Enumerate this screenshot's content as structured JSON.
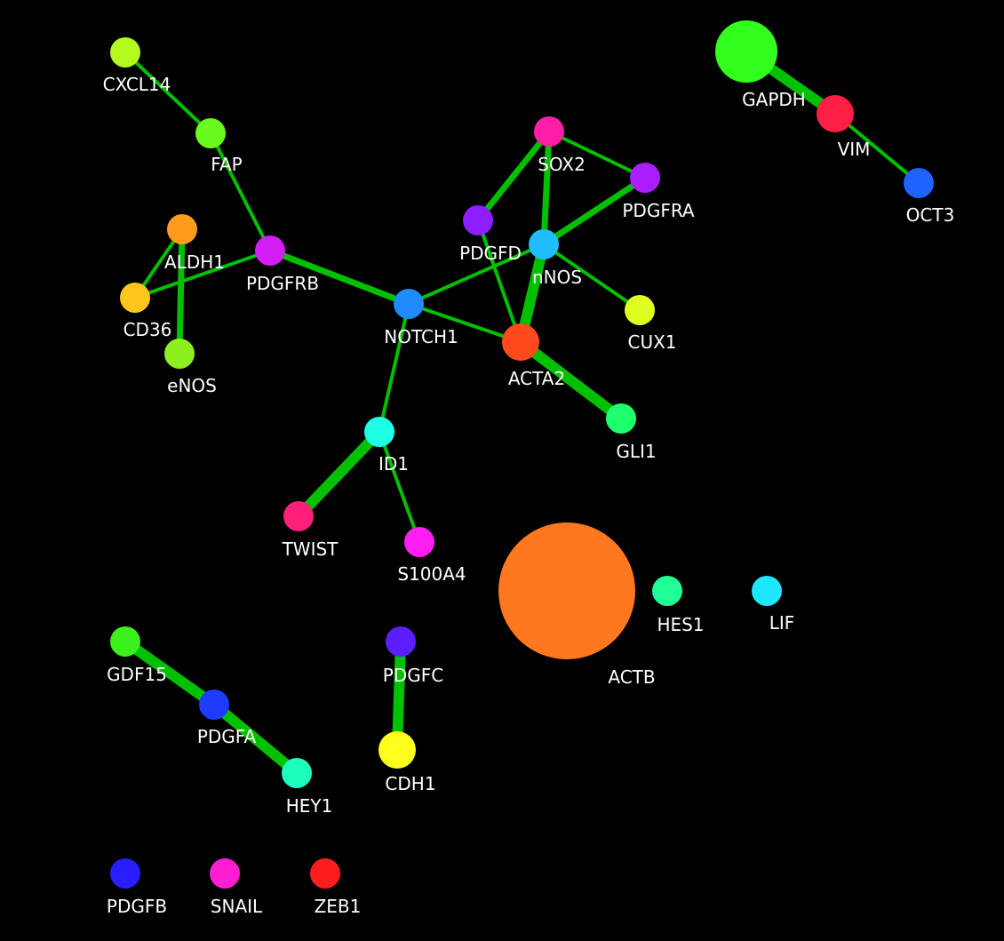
{
  "graph": {
    "edge_color": "#00c000",
    "background": "#000000",
    "label_color": "#ffffff",
    "nodes": [
      {
        "id": "CXCL14",
        "label": "CXCL14",
        "color": "#b4fa1e",
        "size": "small"
      },
      {
        "id": "FAP",
        "label": "FAP",
        "color": "#6afa1e",
        "size": "small"
      },
      {
        "id": "ALDH1",
        "label": "ALDH1",
        "color": "#ff9c1e",
        "size": "small"
      },
      {
        "id": "CD36",
        "label": "CD36",
        "color": "#ffc61e",
        "size": "small"
      },
      {
        "id": "eNOS",
        "label": "eNOS",
        "color": "#8cf01e",
        "size": "small"
      },
      {
        "id": "PDGFRB",
        "label": "PDGFRB",
        "color": "#d21ef5",
        "size": "small"
      },
      {
        "id": "NOTCH1",
        "label": "NOTCH1",
        "color": "#1e8cff",
        "size": "small"
      },
      {
        "id": "SOX2",
        "label": "SOX2",
        "color": "#ff1eaa",
        "size": "small"
      },
      {
        "id": "PDGFRA",
        "label": "PDGFRA",
        "color": "#aa1eff",
        "size": "small"
      },
      {
        "id": "PDGFD",
        "label": "PDGFD",
        "color": "#8c1eff",
        "size": "small"
      },
      {
        "id": "nNOS",
        "label": "nNOS",
        "color": "#1ebeff",
        "size": "small"
      },
      {
        "id": "CUX1",
        "label": "CUX1",
        "color": "#e1ff1e",
        "size": "small"
      },
      {
        "id": "ACTA2",
        "label": "ACTA2",
        "color": "#ff4a1e",
        "size": "medium"
      },
      {
        "id": "GLI1",
        "label": "GLI1",
        "color": "#1eff6e",
        "size": "small"
      },
      {
        "id": "ID1",
        "label": "ID1",
        "color": "#1effe6",
        "size": "small"
      },
      {
        "id": "TWIST",
        "label": "TWIST",
        "color": "#ff1e78",
        "size": "small"
      },
      {
        "id": "S100A4",
        "label": "S100A4",
        "color": "#ff1ef0",
        "size": "small"
      },
      {
        "id": "GAPDH",
        "label": "GAPDH",
        "color": "#32ff1e",
        "size": "large"
      },
      {
        "id": "VIM",
        "label": "VIM",
        "color": "#ff1e46",
        "size": "medium"
      },
      {
        "id": "OCT3",
        "label": "OCT3",
        "color": "#1e64ff",
        "size": "small"
      },
      {
        "id": "ACTB",
        "label": "ACTB",
        "color": "#ff781e",
        "size": "huge"
      },
      {
        "id": "HES1",
        "label": "HES1",
        "color": "#1eff96",
        "size": "small"
      },
      {
        "id": "LIF",
        "label": "LIF",
        "color": "#1ee6ff",
        "size": "small"
      },
      {
        "id": "GDF15",
        "label": "GDF15",
        "color": "#3cf01e",
        "size": "small"
      },
      {
        "id": "PDGFA",
        "label": "PDGFA",
        "color": "#1e3cff",
        "size": "small"
      },
      {
        "id": "HEY1",
        "label": "HEY1",
        "color": "#1effbe",
        "size": "small"
      },
      {
        "id": "PDGFC",
        "label": "PDGFC",
        "color": "#5a1eff",
        "size": "small"
      },
      {
        "id": "CDH1",
        "label": "CDH1",
        "color": "#ffff1e",
        "size": "medium"
      },
      {
        "id": "PDGFB",
        "label": "PDGFB",
        "color": "#281eff",
        "size": "small"
      },
      {
        "id": "SNAIL",
        "label": "SNAIL",
        "color": "#ff1ed2",
        "size": "small"
      },
      {
        "id": "ZEB1",
        "label": "ZEB1",
        "color": "#ff1e1e",
        "size": "small"
      }
    ],
    "edges": [
      {
        "source": "CXCL14",
        "target": "FAP",
        "weight": "thin"
      },
      {
        "source": "FAP",
        "target": "PDGFRB",
        "weight": "thin"
      },
      {
        "source": "ALDH1",
        "target": "CD36",
        "weight": "thin"
      },
      {
        "source": "ALDH1",
        "target": "eNOS",
        "weight": "medium"
      },
      {
        "source": "CD36",
        "target": "PDGFRB",
        "weight": "thin"
      },
      {
        "source": "PDGFRB",
        "target": "NOTCH1",
        "weight": "medium"
      },
      {
        "source": "NOTCH1",
        "target": "nNOS",
        "weight": "thin"
      },
      {
        "source": "NOTCH1",
        "target": "ACTA2",
        "weight": "thin"
      },
      {
        "source": "NOTCH1",
        "target": "ID1",
        "weight": "thin"
      },
      {
        "source": "SOX2",
        "target": "PDGFD",
        "weight": "medium"
      },
      {
        "source": "SOX2",
        "target": "PDGFRA",
        "weight": "thin"
      },
      {
        "source": "SOX2",
        "target": "nNOS",
        "weight": "medium"
      },
      {
        "source": "PDGFRA",
        "target": "nNOS",
        "weight": "medium"
      },
      {
        "source": "PDGFD",
        "target": "ACTA2",
        "weight": "thin"
      },
      {
        "source": "nNOS",
        "target": "CUX1",
        "weight": "thin"
      },
      {
        "source": "nNOS",
        "target": "ACTA2",
        "weight": "thick"
      },
      {
        "source": "ACTA2",
        "target": "GLI1",
        "weight": "thick"
      },
      {
        "source": "ID1",
        "target": "TWIST",
        "weight": "thick"
      },
      {
        "source": "ID1",
        "target": "S100A4",
        "weight": "thin"
      },
      {
        "source": "GAPDH",
        "target": "VIM",
        "weight": "thick"
      },
      {
        "source": "VIM",
        "target": "OCT3",
        "weight": "thin"
      },
      {
        "source": "GDF15",
        "target": "PDGFA",
        "weight": "thick"
      },
      {
        "source": "PDGFA",
        "target": "HEY1",
        "weight": "thick"
      },
      {
        "source": "PDGFC",
        "target": "CDH1",
        "weight": "thick"
      }
    ]
  }
}
